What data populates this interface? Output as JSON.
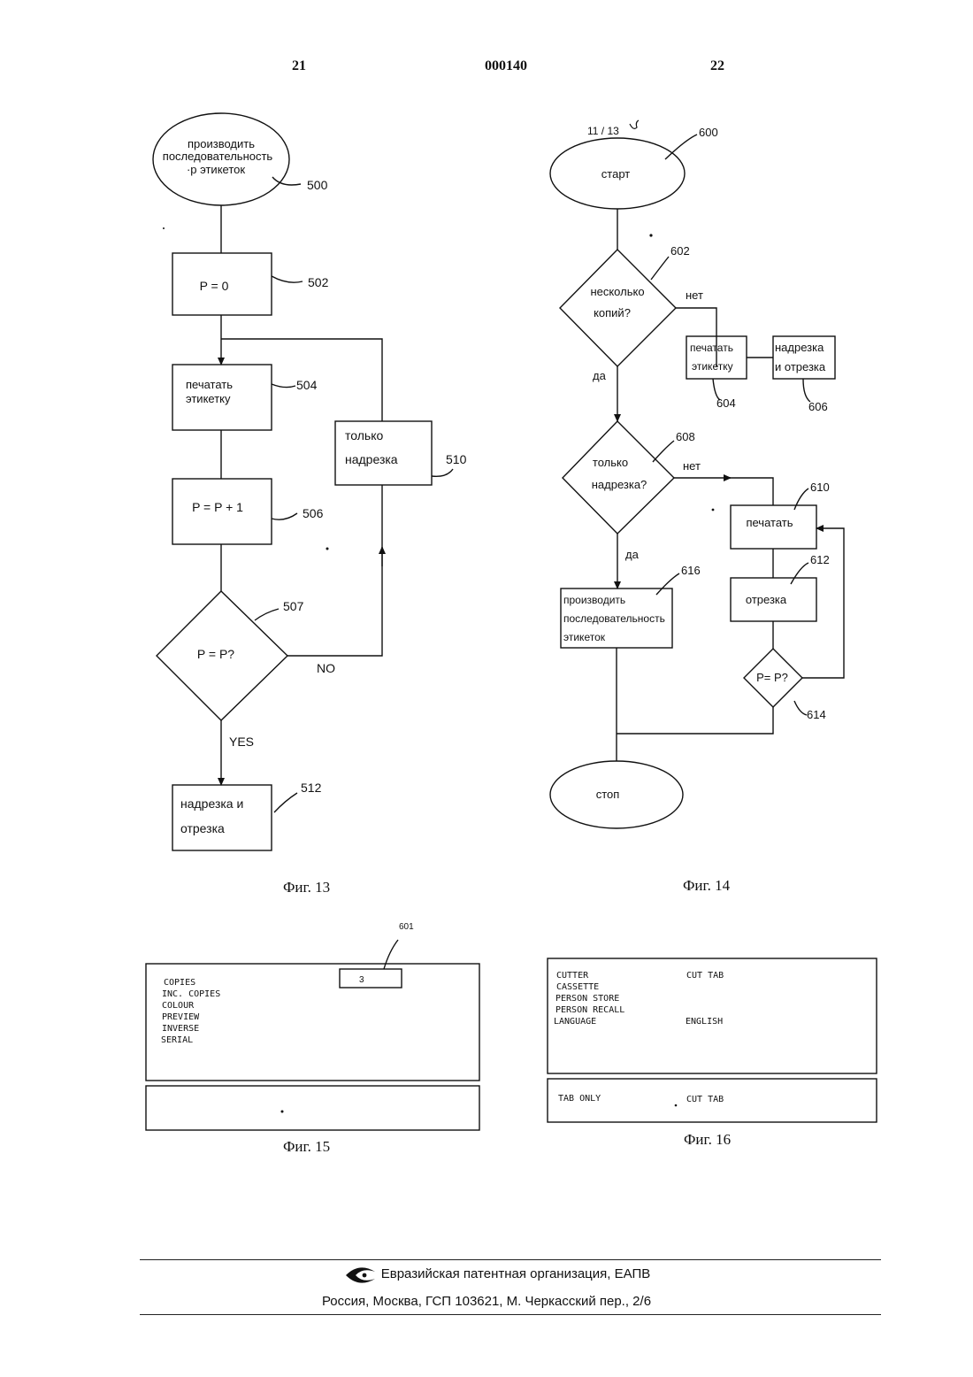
{
  "header": {
    "page_left": "21",
    "doc_number": "000140",
    "page_right": "22"
  },
  "fig13": {
    "caption": "Фиг. 13",
    "start": [
      "производить",
      "последовательность",
      "·р этикеток"
    ],
    "p_zero": "P = 0",
    "print_label": [
      "печатать",
      "этикетку"
    ],
    "increment": "P = P + 1",
    "decision": "P = P?",
    "notch_only": [
      "только",
      "надрезка"
    ],
    "final": [
      "надрезка и",
      "отрезка"
    ],
    "no": "NO",
    "yes": "YES",
    "refs": {
      "r500": "500",
      "r502": "502",
      "r504": "504",
      "r506": "506",
      "r507": "507",
      "r510": "510",
      "r512": "512"
    }
  },
  "fig14": {
    "caption": "Фиг. 14",
    "scribble": "11 / 13",
    "start": "старт",
    "decision1": [
      "несколько",
      "копий?"
    ],
    "no1": "нет",
    "yes1": "да",
    "print_label": [
      "печатать",
      "этикетку"
    ],
    "notch_cut": [
      "надрезка",
      "и отрезка"
    ],
    "decision2": [
      "только",
      "надрезка?"
    ],
    "no2": "нет",
    "yes2": "да",
    "print": "печатать",
    "cut": "отрезка",
    "decision3": "P= P?",
    "produce": [
      "производить",
      "последовательность",
      "этикеток"
    ],
    "stop": "стоп",
    "refs": {
      "r600": "600",
      "r602": "602",
      "r604": "604",
      "r606": "606",
      "r608": "608",
      "r610": "610",
      "r612": "612",
      "r614": "614",
      "r616": "616"
    }
  },
  "fig15": {
    "caption": "Фиг. 15",
    "ref": "601",
    "menu": [
      "COPIES",
      "INC. COPIES",
      "COLOUR",
      "PREVIEW",
      "INVERSE",
      "SERIAL"
    ],
    "copies_value": "3"
  },
  "fig16": {
    "caption": "Фиг. 16",
    "menu": [
      "CUTTER",
      "CASSETTE",
      "PERSON STORE",
      "PERSON RECALL",
      "LANGUAGE"
    ],
    "cutter_value": "CUT TAB",
    "language_value": "ENGLISH",
    "status_label": "TAB ONLY",
    "status_value": "CUT TAB"
  },
  "footer": {
    "org": "Евразийская патентная организация, ЕАПВ",
    "address": "Россия, Москва, ГСП 103621, М. Черкасский пер., 2/6"
  }
}
